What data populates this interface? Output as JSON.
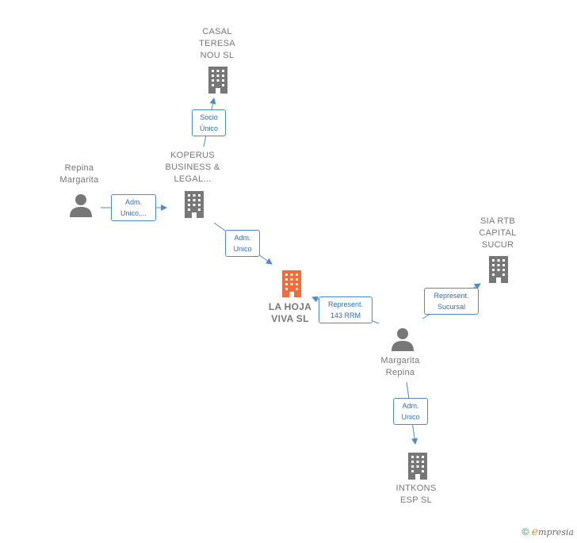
{
  "nodes": {
    "casal": {
      "label": "CASAL\nTERESA\nNOU SL",
      "type": "company"
    },
    "koperus": {
      "label": "KOPERUS\nBUSINESS &\nLEGAL...",
      "type": "company"
    },
    "repina": {
      "label": "Repina\nMargarita",
      "type": "person"
    },
    "lahoja": {
      "label": "LA HOJA\nVIVA  SL",
      "type": "company-main"
    },
    "sia": {
      "label": "SIA RTB\nCAPITAL\nSUCUR",
      "type": "company"
    },
    "margarita": {
      "label": "Margarita\nRepina",
      "type": "person"
    },
    "intkons": {
      "label": "INTKONS\nESP  SL",
      "type": "company"
    }
  },
  "edges": {
    "e1": {
      "label": "Socio\nÚnico"
    },
    "e2": {
      "label": "Adm.\nUnico,..."
    },
    "e3": {
      "label": "Adm.\nUnico"
    },
    "e4": {
      "label": "Represent.\n143 RRM"
    },
    "e5": {
      "label": "Represent.\nSucursal"
    },
    "e6": {
      "label": "Adm.\nUnico"
    }
  },
  "colors": {
    "company": "#777777",
    "main": "#f26b3a",
    "edge": "#4a8ad6",
    "edge_text": "#2e6fc0"
  },
  "icons": {
    "company": "building-icon",
    "person": "person-icon"
  },
  "footer": {
    "copyright": "©",
    "brand_initial": "e",
    "brand_rest": "mpresia"
  }
}
